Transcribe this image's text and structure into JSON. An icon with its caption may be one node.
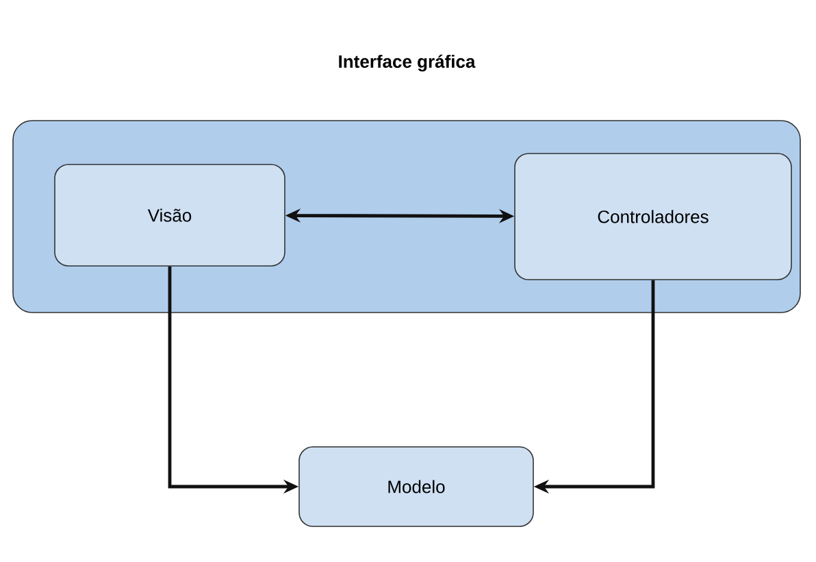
{
  "diagram": {
    "nodes": [
      {
        "text": [
          "Interface gráfica"
        ]
      },
      {
        "text": [
          "Visão"
        ],
        "in": 0
      },
      {
        "text": [
          "Controladores"
        ],
        "in": 0
      },
      {
        "text": [
          "Modelo"
        ]
      }
    ],
    "edges": [
      {
        "from": 1,
        "to": 2,
        "arrow": "both"
      },
      {
        "from": 1,
        "to": 3,
        "arrow": "to"
      },
      {
        "from": 2,
        "to": 3,
        "arrow": "to"
      }
    ]
  }
}
